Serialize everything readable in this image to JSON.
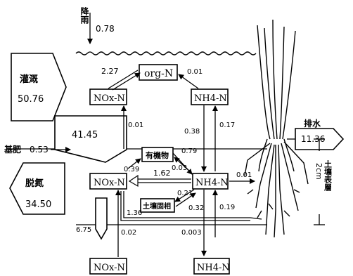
{
  "rain": {
    "label": "降雨",
    "value": "0.78"
  },
  "irrigation": {
    "label": "灌溉",
    "value": "50.76"
  },
  "fertilizer": {
    "label": "基肥",
    "value": "0.53"
  },
  "denitrification": {
    "label": "脱氮",
    "value": "34.50"
  },
  "drainage": {
    "label": "排水",
    "value": "11.36"
  },
  "pool": {
    "value": "41.45"
  },
  "soil_layer": {
    "label": "土壤表層",
    "depth": "2cm"
  },
  "nodes": {
    "org_n": "org-N",
    "nox_water": "NOx-N",
    "nh4_water": "NH4-N",
    "organic": "有機物",
    "nox_soil": "NOx-N",
    "nh4_soil": "NH4-N",
    "soil_fixed": "土壤固相",
    "nox_bottom": "NOx-N",
    "nh4_bottom": "NH4-N"
  },
  "flows": {
    "nox_to_org": "2.27",
    "nh4_to_org": "0.01",
    "pool_to_nox": "0.01",
    "nh4_down": "0.38",
    "nh4_up": "0.17",
    "nox_soil_to_organic": "0.39",
    "organic_to_nh4_a": "0.79",
    "organic_to_nh4_b": "0.03",
    "nh4_to_nox_soil": "1.62",
    "nh4_to_plant": "0.01",
    "nh4_fixed_a": "0.21",
    "nh4_fixed_b": "0.32",
    "fixed_leach": "1.36",
    "nh4_soil_up": "0.19",
    "nox_leach": "6.75",
    "nox_up_bottom": "0.02",
    "nh4_down_bottom": "0.003"
  }
}
